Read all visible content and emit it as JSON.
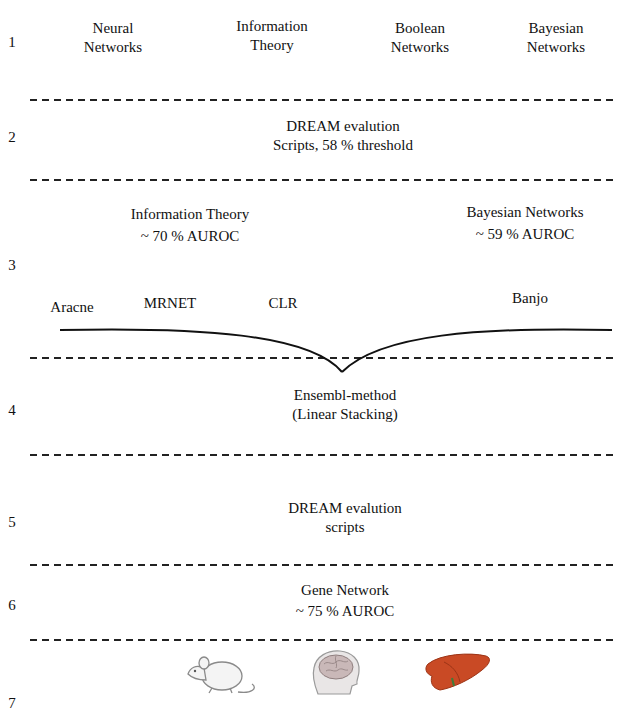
{
  "diagram": {
    "labels": [
      "1",
      "Neural Networks",
      "Information Theory",
      "Boolean Networks",
      "Bayesian Networks",
      "2",
      "DREAM evalution Scripts, 58 % threshold",
      "3",
      "Information Theory",
      "~ 70 % AUROC",
      "Bayesian Networks",
      "~ 59 % AUROC",
      "Aracne",
      "MRNET",
      "CLR",
      "Banjo",
      "4",
      "Ensembl-method (Linear Stacking)",
      "5",
      "DREAM evalution scripts",
      "6",
      "Gene Network",
      "~ 75 % AUROC",
      "7"
    ]
  }
}
